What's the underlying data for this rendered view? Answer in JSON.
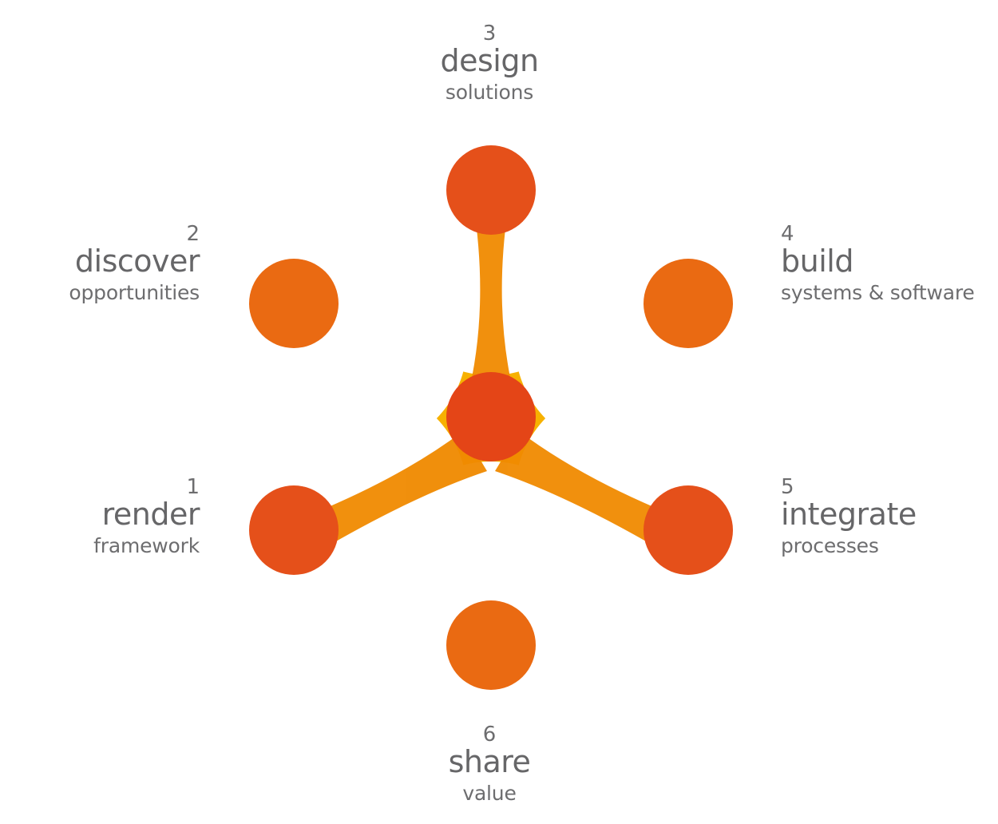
{
  "steps": [
    {
      "number": "1",
      "title": "render",
      "subtitle": "framework"
    },
    {
      "number": "2",
      "title": "discover",
      "subtitle": "opportunities"
    },
    {
      "number": "3",
      "title": "design",
      "subtitle": "solutions"
    },
    {
      "number": "4",
      "title": "build",
      "subtitle": "systems & software"
    },
    {
      "number": "5",
      "title": "integrate",
      "subtitle": "processes"
    },
    {
      "number": "6",
      "title": "share",
      "subtitle": "value"
    }
  ],
  "colors": {
    "ring": "#f7b100",
    "spoke": "#f08a00",
    "node_dark": "#e5501a",
    "node_light": "#ea6a12",
    "center_node": "#e44517",
    "text": "#6d6d6f"
  }
}
